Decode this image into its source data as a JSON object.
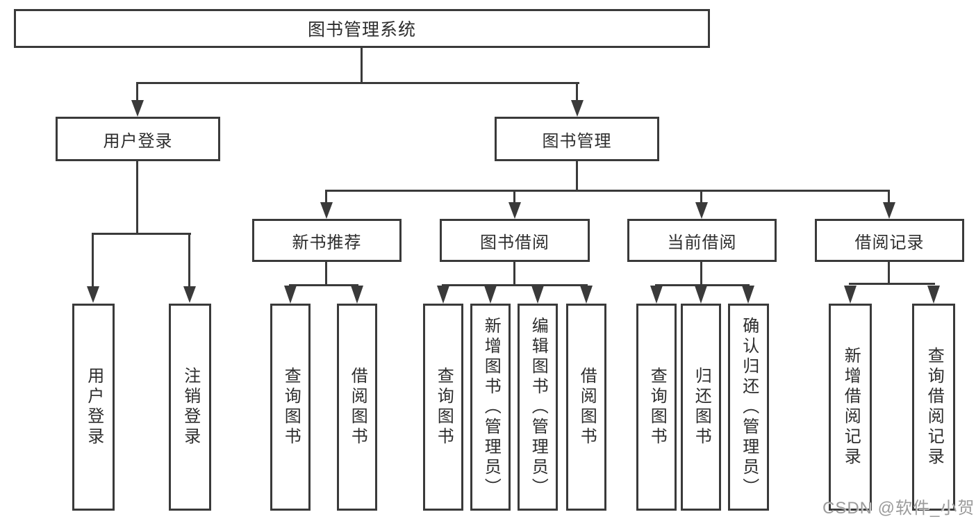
{
  "root": {
    "label": "图书管理系统"
  },
  "branches": [
    {
      "label": "用户登录",
      "children": [
        "用户登录",
        "注销登录"
      ]
    },
    {
      "label": "图书管理",
      "groups": [
        {
          "label": "新书推荐",
          "children": [
            "查询图书",
            "借阅图书"
          ]
        },
        {
          "label": "图书借阅",
          "children": [
            "查询图书",
            "新增图书（管理员）",
            "编辑图书（管理员）",
            "借阅图书"
          ]
        },
        {
          "label": "当前借阅",
          "children": [
            "查询图书",
            "归还图书",
            "确认归还（管理员）"
          ]
        },
        {
          "label": "借阅记录",
          "children": [
            "新增借阅记录",
            "查询借阅记录"
          ]
        }
      ]
    }
  ],
  "watermark": {
    "text": "CSDN @软件_小贺同学"
  },
  "colors": {
    "line": "#3a3a3a",
    "text": "#2d2d2d",
    "watermark": "#9b9b9b",
    "background": "#ffffff"
  }
}
